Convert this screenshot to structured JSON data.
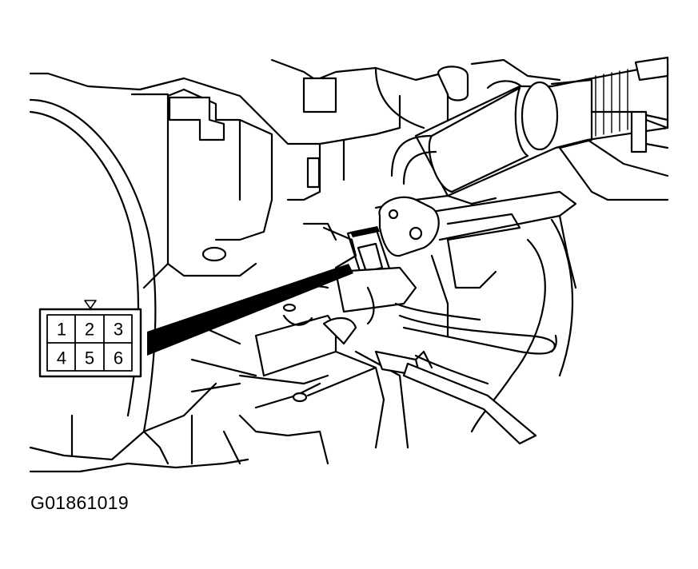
{
  "diagram": {
    "figure_id": "G01861019",
    "connector": {
      "pins_top": [
        "1",
        "2",
        "3"
      ],
      "pins_bottom": [
        "4",
        "5",
        "6"
      ]
    }
  },
  "colors": {
    "line": "#000000",
    "background": "#ffffff"
  }
}
